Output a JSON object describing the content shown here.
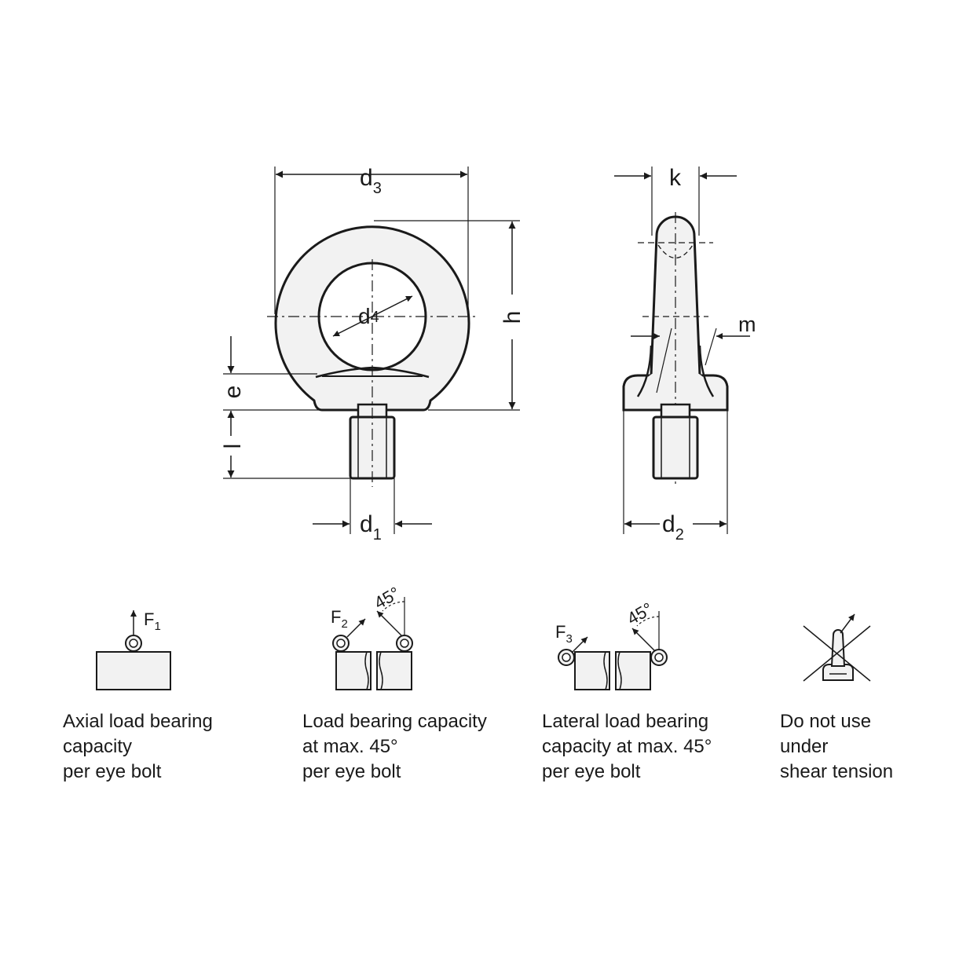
{
  "dimensions": {
    "d3": {
      "main": "d",
      "sub": "3"
    },
    "d4": {
      "main": "d",
      "sub": "4"
    },
    "d1": {
      "main": "d",
      "sub": "1"
    },
    "d2": {
      "main": "d",
      "sub": "2"
    },
    "h": "h",
    "e": "e",
    "l": "l",
    "k": "k",
    "m": "m"
  },
  "load_cases": [
    {
      "force": {
        "main": "F",
        "sub": "1"
      },
      "caption": [
        "Axial load bearing",
        "capacity",
        "per eye bolt"
      ]
    },
    {
      "force": {
        "main": "F",
        "sub": "2"
      },
      "angle": "45°",
      "caption": [
        "Load bearing capacity",
        "at max. 45°",
        "per eye bolt"
      ]
    },
    {
      "force": {
        "main": "F",
        "sub": "3"
      },
      "angle": "45°",
      "caption": [
        "Lateral load bearing",
        "capacity at max. 45°",
        "per eye bolt"
      ]
    },
    {
      "caption": [
        "Do not use",
        "under",
        "shear tension"
      ]
    }
  ],
  "colors": {
    "fill": "#f2f2f2",
    "stroke": "#1a1a1a"
  }
}
